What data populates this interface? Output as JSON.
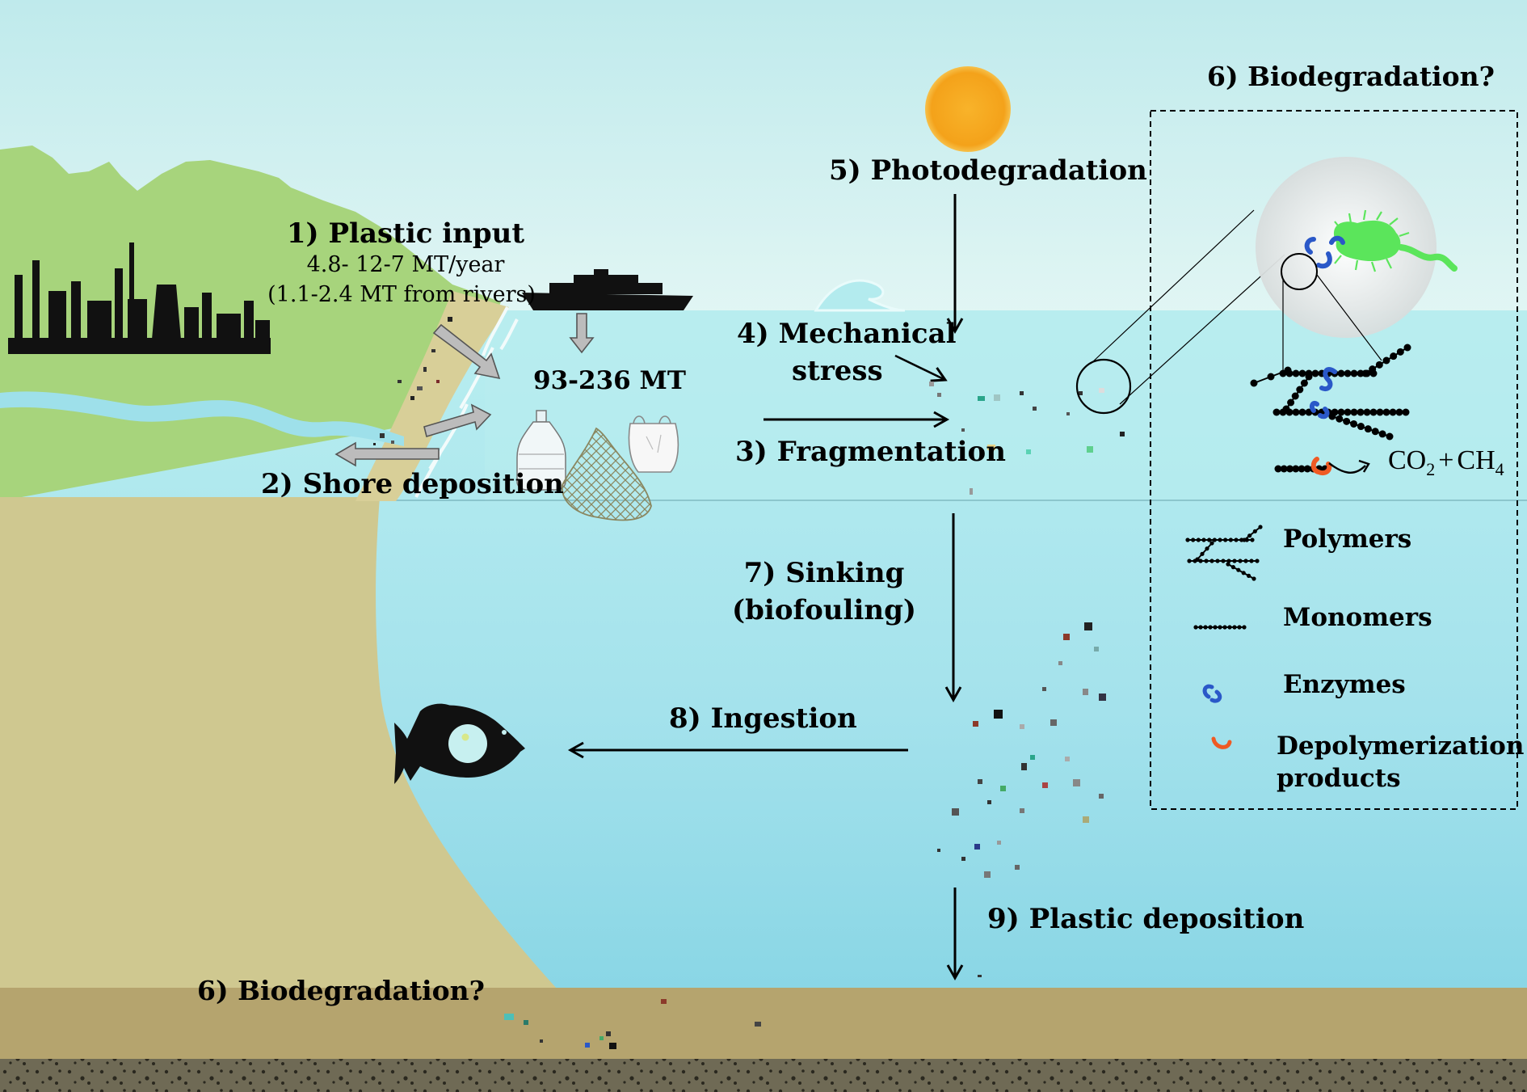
{
  "labels": {
    "plastic_input_title": "1) Plastic input",
    "plastic_input_rate": "4.8- 12-7 MT/year",
    "plastic_input_rivers": "(1.1-2.4 MT from rivers)",
    "shore_deposition": "2) Shore deposition",
    "ocean_stock": "93-236 MT",
    "fragmentation": "3) Fragmentation",
    "mechanical_stress_line1": "4) Mechanical",
    "mechanical_stress_line2": "stress",
    "photodegradation": "5) Photodegradation",
    "biodegradation_top": "6) Biodegradation?",
    "biodegradation_bottom": "6) Biodegradation?",
    "sinking_line1": "7) Sinking",
    "sinking_line2": "(biofouling)",
    "ingestion": "8) Ingestion",
    "plastic_deposition": "9) Plastic deposition"
  },
  "chemistry": {
    "co2_base": "CO",
    "co2_sub": "2",
    "plus": "+",
    "ch4_base": "CH",
    "ch4_sub": "4"
  },
  "legend": {
    "polymers": "Polymers",
    "monomers": "Monomers",
    "enzymes": "Enzymes",
    "depolymerization_line1": "Depolymerization",
    "depolymerization_line2": "products"
  },
  "colors": {
    "sky": "#d6f1f1",
    "sea_surface": "#b7ecee",
    "sea_deep": "#8fd8e6",
    "hills": "#a6d47c",
    "land": "#cfc890",
    "seafloor": "#b5a46e",
    "sediment": "#6f6a55",
    "sun": "#f4a81d",
    "bacterium": "#5be55b",
    "enzyme": "#2a58c8",
    "depolymerization_product": "#ef5a24",
    "silhouette": "#111111"
  },
  "icons": [
    "factory-silhouette",
    "cargo-ship",
    "sun-icon",
    "fish-icon",
    "plastic-bottle",
    "plastic-bag",
    "fishing-net",
    "bacterium-icon",
    "magnifier-circle"
  ]
}
